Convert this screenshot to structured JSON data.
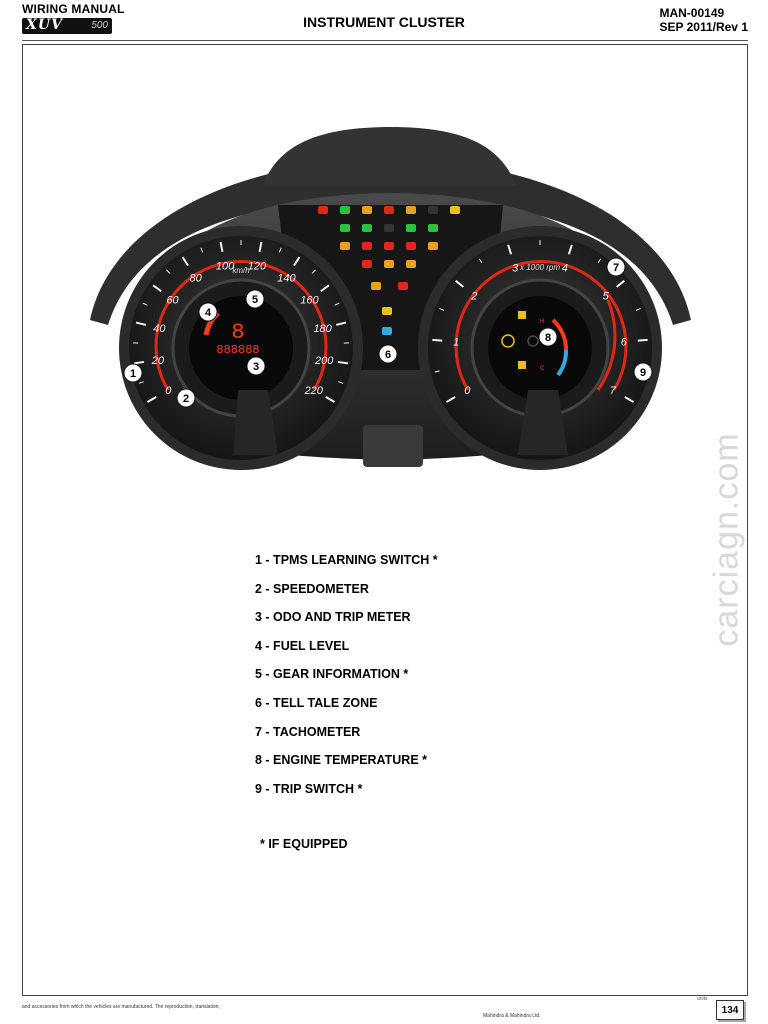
{
  "header": {
    "manual_title": "WIRING MANUAL",
    "logo_text": "XUV",
    "logo_number": "500",
    "page_title": "INSTRUMENT CLUSTER",
    "doc_number": "MAN-00149",
    "doc_revision": "SEP 2011/Rev 1"
  },
  "cluster": {
    "speedo_unit": "km/h",
    "speedo_ticks": [
      "0",
      "20",
      "40",
      "60",
      "80",
      "100",
      "120",
      "140",
      "160",
      "180",
      "200",
      "220"
    ],
    "tacho_unit": "x 1000 rpm",
    "tacho_ticks": [
      "0",
      "1",
      "2",
      "3",
      "4",
      "5",
      "6",
      "7"
    ],
    "callouts": [
      "1",
      "2",
      "3",
      "4",
      "5",
      "6",
      "7",
      "8",
      "9"
    ],
    "lcd_digit": "8",
    "lcd_odo": "888888",
    "temp_h": "H",
    "temp_c": "C"
  },
  "legend": {
    "items": [
      "1 - TPMS LEARNING SWITCH *",
      "2 - SPEEDOMETER",
      "3 - ODO AND TRIP METER",
      "4 - FUEL LEVEL",
      "5 - GEAR INFORMATION *",
      "6 - TELL TALE ZONE",
      "7 - TACHOMETER",
      "8 - ENGINE TEMPERATURE *",
      "9 - TRIP SWITCH *"
    ],
    "note": "*  IF EQUIPPED"
  },
  "watermark": "carciagn.com",
  "footer": {
    "left_text": "and accessories from which the vehicles are manufactured. The reproduction, translation,",
    "company": "Mahindra & Mahindra Ltd.",
    "small_note": "units",
    "page_number": "134"
  }
}
